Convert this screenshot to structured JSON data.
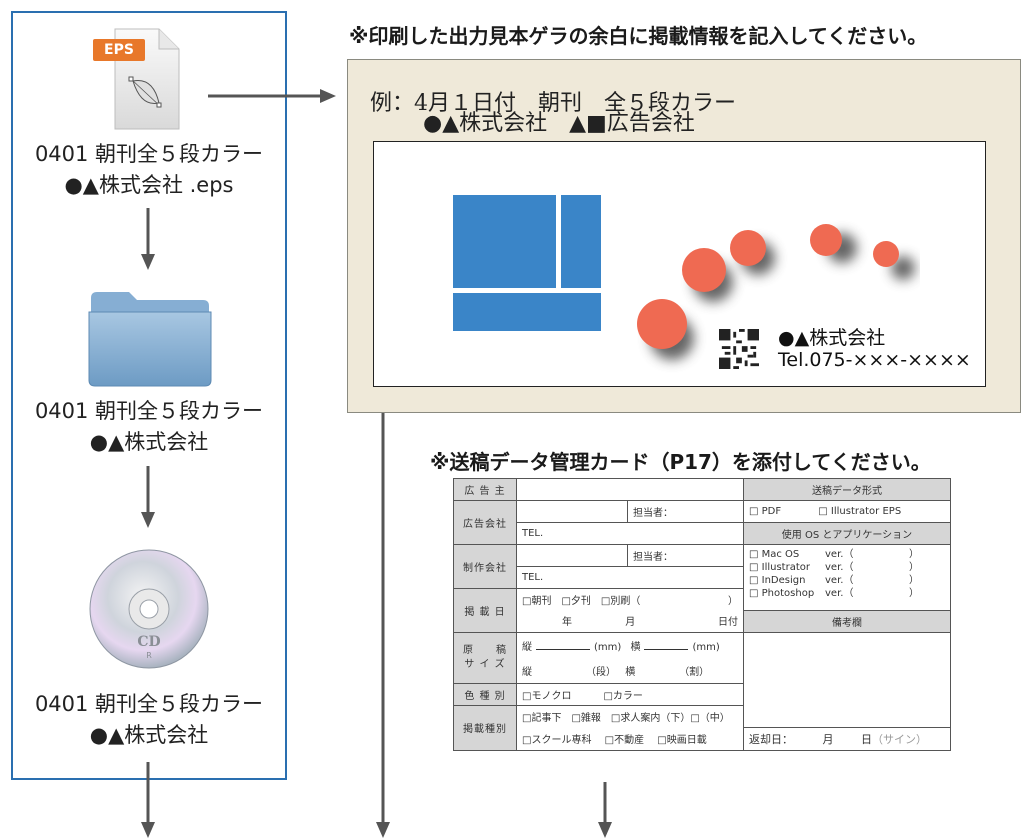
{
  "flow": {
    "eps_badge": "EPS",
    "step1": {
      "line1": "0401 朝刊全５段カラー",
      "line2": "●▲株式会社 .eps"
    },
    "step2": {
      "line1": "0401 朝刊全５段カラー",
      "line2": "●▲株式会社"
    },
    "step3": {
      "line1": "0401 朝刊全５段カラー",
      "line2": "●▲株式会社"
    },
    "cd_label": "CD",
    "cd_sub": "R"
  },
  "proof": {
    "heading": "※印刷した出力見本ゲラの余白に掲載情報を記入してください。",
    "line1": "例：4月１日付　朝刊　全５段カラー",
    "line2": "●▲株式会社　▲■広告会社",
    "ad_company": "●▲株式会社",
    "ad_tel": "Tel.075-×××-××××"
  },
  "card": {
    "heading": "※送稿データ管理カード（P17）を添付してください。",
    "advertiser": "広 告 主",
    "agency": "広告会社",
    "producer": "制作会社",
    "person": "担当者：",
    "tel": "TEL.",
    "pub_date": "掲 載 日",
    "pub_opts": "□朝刊　□夕刊　□別刷（",
    "paren_close": "）",
    "year": "年",
    "month": "月",
    "day_suffix": "日付",
    "size_label1": "原　　稿",
    "size_label2": "サ イ ズ",
    "tate": "縦",
    "yoko": "横",
    "mm": "(mm)",
    "dan": "（段）",
    "wari": "（割）",
    "color_label": "色 種 別",
    "mono": "□モノクロ",
    "color": "□カラー",
    "type_label": "掲載種別",
    "type_row1": "□記事下　□雑報　□求人案内（下）□（中）",
    "type_row2": "□スクール専科　 □不動産　 □映画日載",
    "data_format": "送稿データ形式",
    "pdf": "□ PDF",
    "ill_eps": "□ Illustrator EPS",
    "os_apps": "使用 OS とアプリケーション",
    "apps": [
      {
        "name": "□ Mac OS",
        "ver": "ver.（",
        "close": "）"
      },
      {
        "name": "□ Illustrator",
        "ver": "ver.（",
        "close": "）"
      },
      {
        "name": "□ InDesign",
        "ver": "ver.（",
        "close": "）"
      },
      {
        "name": "□ Photoshop",
        "ver": "ver.（",
        "close": "）"
      }
    ],
    "remarks": "備考欄",
    "return_date": "返却日：",
    "ret_month": "月",
    "ret_day": "日",
    "sign": "（サイン）"
  },
  "colors": {
    "accent_blue": "#3a85c8",
    "dot_orange": "#ef6a52",
    "paper": "#efe9d9"
  }
}
